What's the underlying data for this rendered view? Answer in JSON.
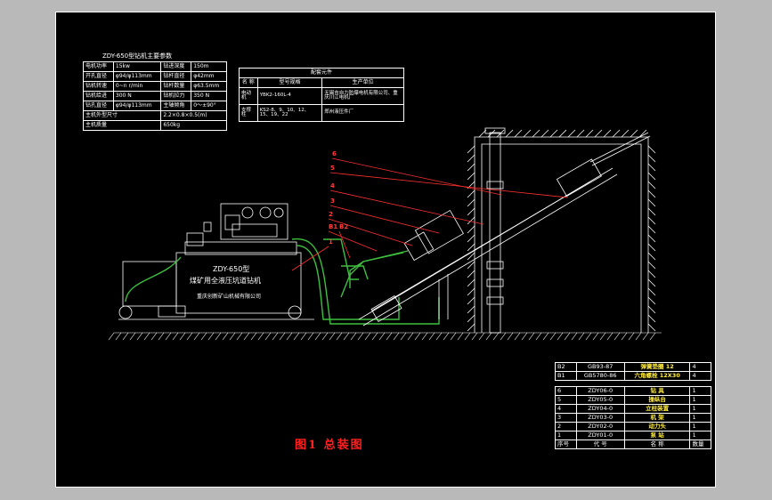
{
  "spec_table": {
    "title": "ZDY-650型钻机主要参数",
    "rows": [
      [
        "电机功率",
        "15kw",
        "钻进深度",
        "150m"
      ],
      [
        "开孔直径",
        "φ94/φ113mm",
        "钻杆直径",
        "φ42mm"
      ],
      [
        "钻机转速",
        "0~n r/min",
        "钻杆数量",
        "φ63.5mm"
      ],
      [
        "钻机给进",
        "300 N",
        "钻机拉力",
        "350 N"
      ],
      [
        "钻孔直径",
        "φ94/φ113mm",
        "主轴倾角",
        "0～±90°"
      ]
    ],
    "size_label": "主机外型尺寸",
    "size_value": "2.2×0.8×0.5(m)",
    "mass_label": "主机质量",
    "mass_value": "650kg"
  },
  "supplier_table": {
    "title": "配套元件",
    "header": [
      "名 称",
      "型号规格",
      "生产单位"
    ],
    "rows": [
      [
        "电动机",
        "YBK2-160L-4",
        "无锡市自力防爆电机有限公司、重庆川江电机厂"
      ],
      [
        "支撑柱",
        "KS2-8、9、10、12、15、19、22",
        "郑州液压件厂"
      ]
    ]
  },
  "machine_labels": {
    "model": "ZDY-650型",
    "name": "煤矿用全液压坑道钻机",
    "maker": "重庆创新矿山机械有限公司"
  },
  "leader_numbers": [
    "6",
    "5",
    "4",
    "3",
    "2",
    "B1",
    "B2",
    "1"
  ],
  "bom": {
    "std_rows": [
      {
        "no": "B2",
        "code": "GB93-87",
        "name": "弹簧垫圈 12",
        "qty": "4"
      },
      {
        "no": "B1",
        "code": "GB5780-86",
        "name": "六角螺栓 12X30",
        "qty": "4"
      }
    ],
    "rows": [
      {
        "no": "6",
        "code": "ZDY06-0",
        "name": "钻 具",
        "qty": "1"
      },
      {
        "no": "5",
        "code": "ZDY05-0",
        "name": "操纵台",
        "qty": "1"
      },
      {
        "no": "4",
        "code": "ZDY04-0",
        "name": "立柱装置",
        "qty": "1"
      },
      {
        "no": "3",
        "code": "ZDY03-0",
        "name": "机 架",
        "qty": "1"
      },
      {
        "no": "2",
        "code": "ZDY02-0",
        "name": "动力头",
        "qty": "1"
      },
      {
        "no": "1",
        "code": "ZDY01-0",
        "name": "泵 站",
        "qty": "1"
      }
    ],
    "header": {
      "no": "序号",
      "code": "代 号",
      "name": "名 称",
      "qty": "数量"
    }
  },
  "figure_title": "图1  总装图",
  "colors": {
    "frame_bg": "#000000",
    "outer_bg": "#b9b9b9",
    "line": "#ffffff",
    "hose": "#3fbf3f",
    "leader": "#ff3030",
    "title": "#ff2020"
  }
}
